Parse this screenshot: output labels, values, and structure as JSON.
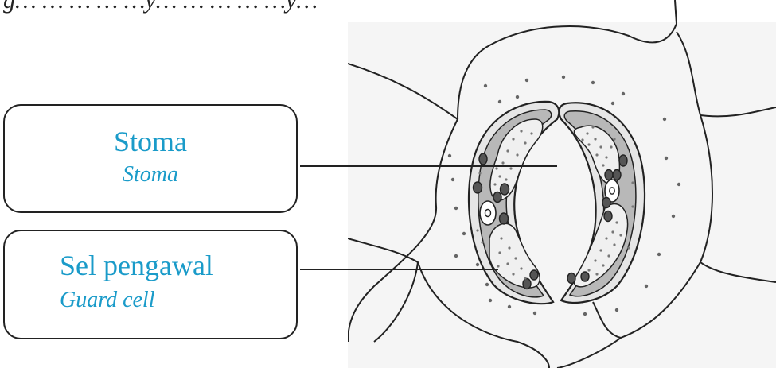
{
  "header": {
    "text": "g… … … … …y… … … … …y…"
  },
  "labels": [
    {
      "malay": "Stoma",
      "english": "Stoma"
    },
    {
      "malay": "Sel pengawal",
      "english": "Guard cell"
    }
  ],
  "colors": {
    "label_text": "#1a9bc9",
    "outline": "#222222",
    "cell_fill": "#f5f5f5",
    "guard_outer": "#e6e6e6",
    "guard_inner": "#b8b8b8",
    "cytoplasm": "#f0f0f0",
    "chloroplast": "#555555"
  }
}
